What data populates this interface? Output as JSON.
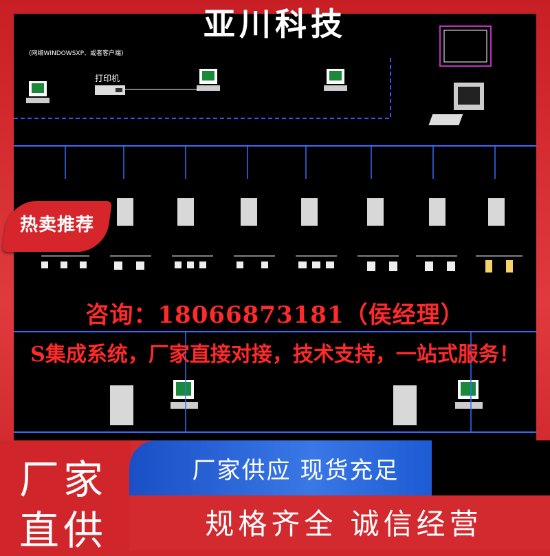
{
  "brand": {
    "name": "亚川科技"
  },
  "badge": {
    "label": "热卖推荐"
  },
  "contact": {
    "text": "咨询：18066873181（侯经理）"
  },
  "slogan": {
    "text": "S集成系统，厂家直接对接，技术支持，一站式服务！"
  },
  "left_block": {
    "line1": "厂家",
    "line2": "直供"
  },
  "blue_band": {
    "text": "厂家供应  现货充足"
  },
  "bottom": {
    "text": "规格齐全  诚信经营"
  },
  "diagram": {
    "top_left_label": "(网络WINDOWSXP、或者客户端)",
    "printer_label": "打印机"
  },
  "colors": {
    "red": "#d0262b",
    "blue": "#1a4fc6",
    "cad_bg": "#000000",
    "cad_line": "#2f6fff"
  }
}
